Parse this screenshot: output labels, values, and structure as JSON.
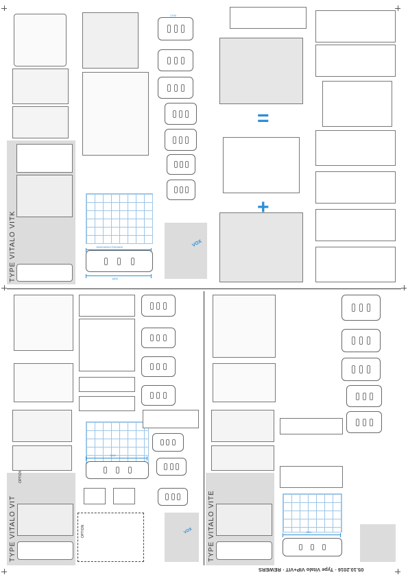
{
  "footer": {
    "text": "05.10.2016 · Type Vitalo VIP+VIT · REWERS"
  },
  "sections": {
    "top_left_type": "TYPE VITALO VITK",
    "bottom_left_type": "TYPE VITALO VIT",
    "bottom_right_type": "TYPE VITALO VITE"
  },
  "labels": {
    "option_a": "OPTION",
    "option_b": "OPTION",
    "vox_a": "VOX",
    "vox_b": "VOX"
  },
  "dimensions": {
    "dim_top_bath": "1700",
    "dim_mid_bath": "1600",
    "dim_small": "560",
    "dim_frame": "1500/1600/1700/1800",
    "dim_bottom_bath": "1800"
  },
  "symbols": {
    "equals": "=",
    "plus": "+"
  },
  "colors": {
    "accent": "#2c8fd6",
    "panel": "#dcdcdc",
    "line": "#333333"
  }
}
